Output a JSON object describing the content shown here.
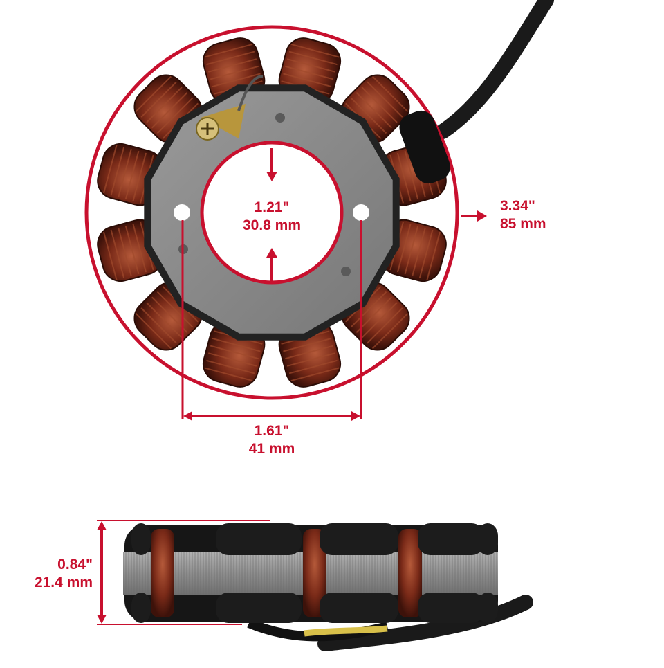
{
  "colors": {
    "accent": "#c8102e",
    "copper": "#7a2a18",
    "copper_light": "#b55a3a",
    "plate": "#8a8a8a",
    "black": "#1a1a1a",
    "lamination": "#9a9a9a"
  },
  "dimensions": {
    "inner_diameter": {
      "inch": "1.21\"",
      "mm": "30.8 mm"
    },
    "outer_diameter": {
      "inch": "3.34\"",
      "mm": "85 mm"
    },
    "hole_spacing": {
      "inch": "1.61\"",
      "mm": "41 mm"
    },
    "height": {
      "inch": "0.84\"",
      "mm": "21.4 mm"
    }
  },
  "product": {
    "top_view_coils": 12,
    "side_view_poles": 5
  }
}
